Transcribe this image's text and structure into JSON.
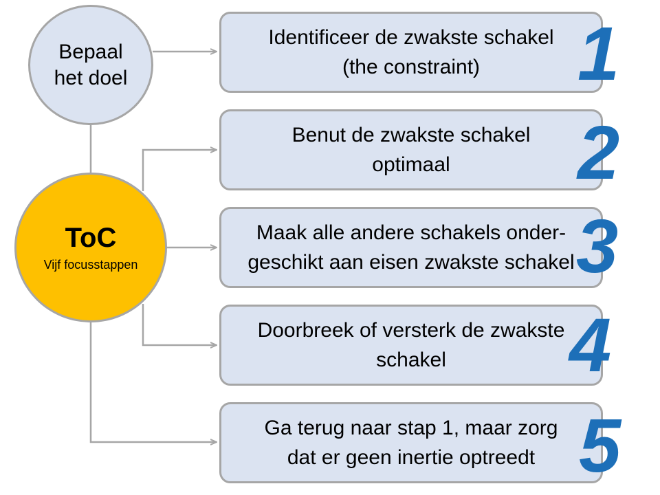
{
  "goal": {
    "label": "Bepaal het doel"
  },
  "center": {
    "title": "ToC",
    "subtitle": "Vijf focusstappen"
  },
  "steps": [
    {
      "number": "1",
      "text": "Identificeer de zwakste schakel\n(the constraint)"
    },
    {
      "number": "2",
      "text": "Benut de zwakste schakel\noptimaal"
    },
    {
      "number": "3",
      "text": "Maak alle andere schakels onder-\ngeschikt aan eisen zwakste schakel"
    },
    {
      "number": "4",
      "text": "Doorbreek of versterk de zwakste\nschakel"
    },
    {
      "number": "5",
      "text": "Ga terug naar stap 1, maar zorg\ndat er geen inertie optreedt"
    }
  ],
  "colors": {
    "box_fill": "#dbe3f1",
    "border": "#a6a6a6",
    "center_fill": "#fec000",
    "number": "#1d6fb8"
  }
}
